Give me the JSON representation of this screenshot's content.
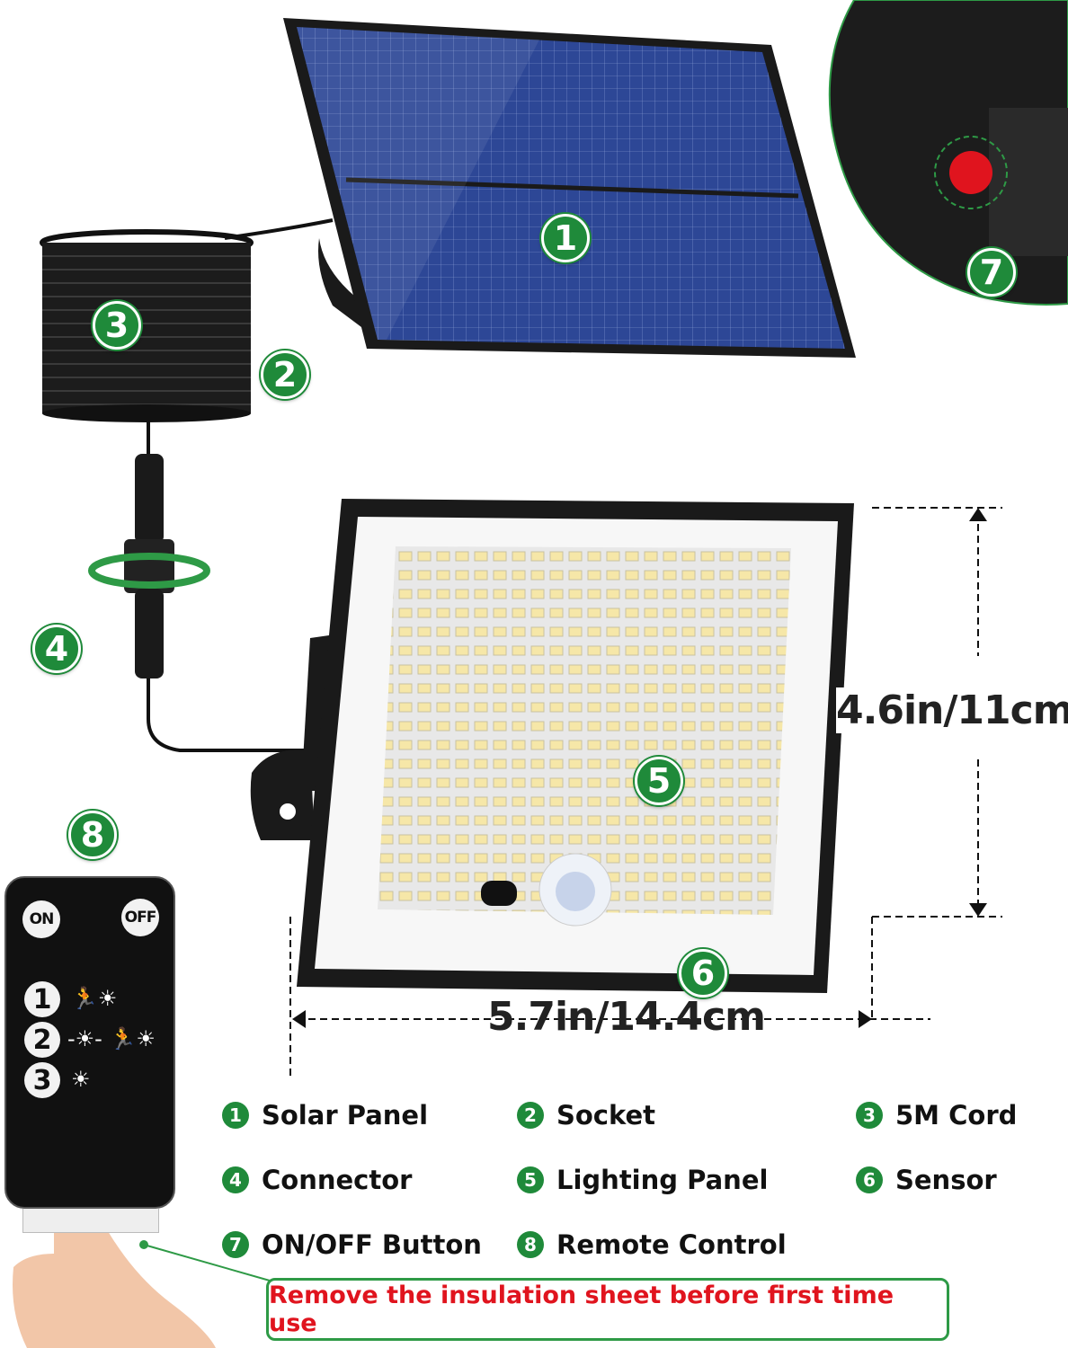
{
  "colors": {
    "accent_green": "#1f8a3a",
    "warning_red": "#e0141e",
    "panel_blue": "#2a3f8f"
  },
  "callouts": [
    "1",
    "2",
    "3",
    "4",
    "5",
    "6",
    "7",
    "8"
  ],
  "dimensions": {
    "height": "4.6in/11cm",
    "width": "5.7in/14.4cm"
  },
  "remote": {
    "on_label": "ON",
    "off_label": "OFF",
    "modes": [
      {
        "number": "1",
        "icons": "🏃☀"
      },
      {
        "number": "2",
        "icons": "-☀- 🏃☀"
      },
      {
        "number": "3",
        "icons": "☀"
      }
    ]
  },
  "legend": [
    {
      "number": "1",
      "label": "Solar Panel"
    },
    {
      "number": "2",
      "label": "Socket"
    },
    {
      "number": "3",
      "label": "5M Cord"
    },
    {
      "number": "4",
      "label": "Connector"
    },
    {
      "number": "5",
      "label": "Lighting Panel"
    },
    {
      "number": "6",
      "label": "Sensor"
    },
    {
      "number": "7",
      "label": "ON/OFF Button"
    },
    {
      "number": "8",
      "label": "Remote Control"
    }
  ],
  "warning": "Remove the insulation sheet before first time use"
}
